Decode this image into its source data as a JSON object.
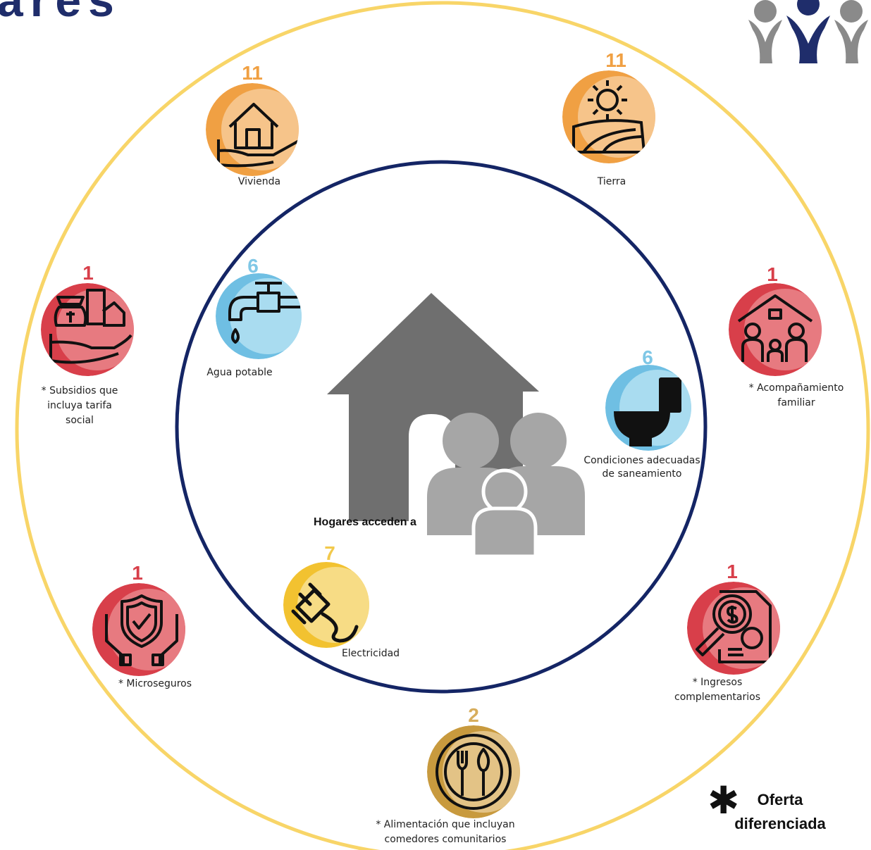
{
  "heading": "ares",
  "center_label": "Hogares acceden a",
  "colors": {
    "outer_ring": "#f8d568",
    "inner_ring": "#142565",
    "orange": "#f0a043",
    "blue": "#7fc7e6",
    "red": "#d83f4a",
    "yellow": "#f2c94c",
    "gold": "#d7ad5c",
    "house_gray": "#6f6f6f",
    "people_gray": "#a6a6a6",
    "logo_gray": "#8a8a8a",
    "logo_navy": "#1f2d6b"
  },
  "items": {
    "vivienda": {
      "count": "11",
      "label": "Vivienda",
      "icon": "house-hand-icon"
    },
    "tierra": {
      "count": "11",
      "label": "Tierra",
      "icon": "sun-field-icon"
    },
    "agua": {
      "count": "6",
      "label": "Agua potable",
      "icon": "water-tap-icon"
    },
    "saneamiento": {
      "count": "6",
      "label_1": "Condiciones adecuadas",
      "label_2": "de saneamiento",
      "icon": "toilet-icon"
    },
    "electricidad": {
      "count": "7",
      "label": "Electricidad",
      "icon": "plug-icon"
    },
    "subsidios": {
      "count": "1",
      "label_1": "* Subsidios que",
      "label_2": "incluya tarifa",
      "label_3": "social",
      "icon": "subsidy-hand-icon"
    },
    "acompanamiento": {
      "count": "1",
      "label_1": "* Acompañamiento",
      "label_2": "familiar",
      "icon": "family-house-icon"
    },
    "microseguros": {
      "count": "1",
      "label": "* Microseguros",
      "icon": "shield-hands-icon"
    },
    "ingresos": {
      "count": "1",
      "label_1": "* Ingresos",
      "label_2": "complementarios",
      "icon": "money-magnifier-icon"
    },
    "alimentacion": {
      "count": "2",
      "label_1": "* Alimentación que incluyan",
      "label_2": "comedores comunitarios",
      "icon": "plate-cutlery-icon"
    }
  },
  "legend": {
    "symbol": "✱",
    "line_1": "Oferta",
    "line_2": "diferenciada"
  }
}
